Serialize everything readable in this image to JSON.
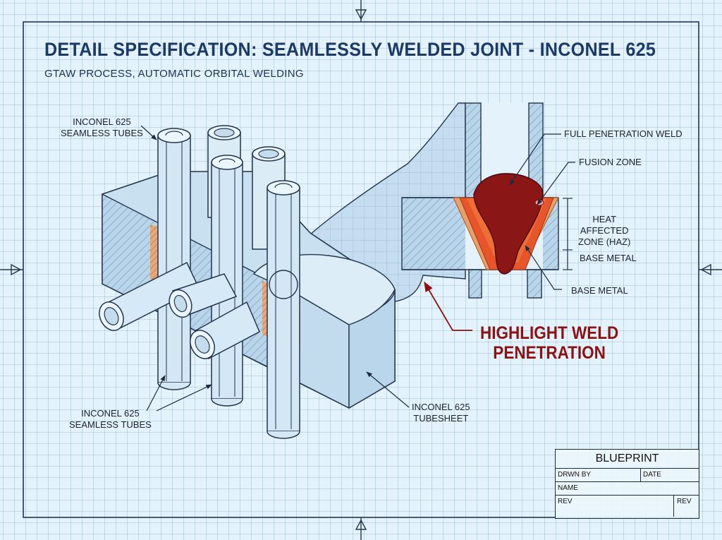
{
  "title": "DETAIL SPECIFICATION: SEAMLESSLY WELDED JOINT - INCONEL 625",
  "subtitle": "GTAW PROCESS, AUTOMATIC ORBITAL WELDING",
  "labels": {
    "tubes_top": [
      "INCONEL 625",
      "SEAMLESS TUBES"
    ],
    "tubes_bottom": [
      "INCONEL 625",
      "SEAMLESS TUBES"
    ],
    "tubesheet": [
      "INCONEL 625",
      "TUBESHEET"
    ],
    "full_penetration": "FULL PENETRATION WELD",
    "fusion_zone": "FUSION ZONE",
    "haz": [
      "HEAT",
      "AFFECTED",
      "ZONE (HAZ)"
    ],
    "base_metal_right": "BASE METAL",
    "base_metal_bottom": "BASE METAL",
    "highlight": [
      "HIGHLIGHT WELD",
      "PENETRATION"
    ]
  },
  "title_block": {
    "heading": "BLUEPRINT",
    "drawn_by": "DRWN BY",
    "date": "DATE",
    "name": "NAME",
    "rev": "REV",
    "rev2": "REV"
  },
  "colors": {
    "ink": "#1c2c40",
    "title": "#1c3a66",
    "weld": "#8a1616",
    "fusion": "#e8552a",
    "highlight_text": "#8a1212",
    "paper": "#e4f2fb",
    "tube": "#cfe6f4",
    "block_face": "#c2dced"
  }
}
